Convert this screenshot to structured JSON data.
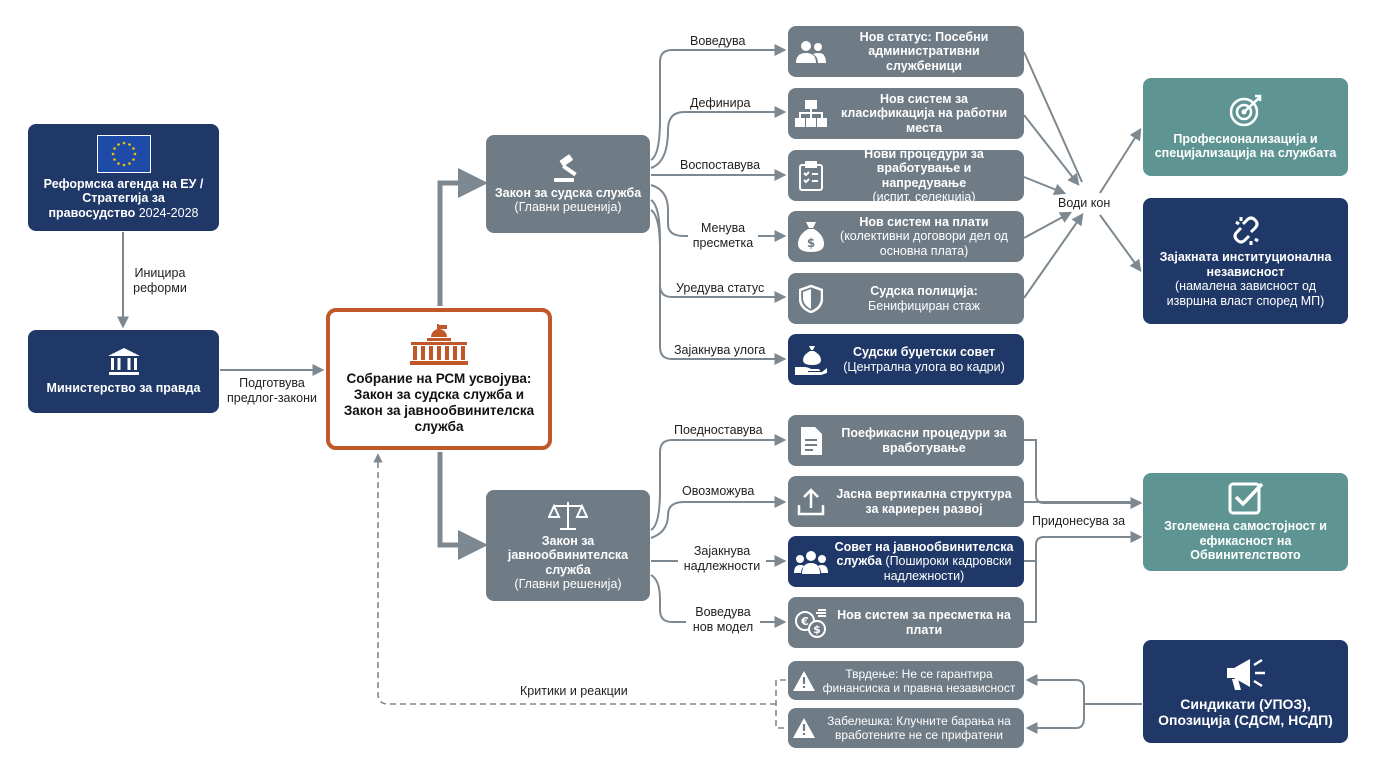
{
  "nodes": {
    "eu_agenda": {
      "title": "Реформска агенда на ЕУ / Стратегија за правосудство",
      "years": "2024-2028"
    },
    "ministry": {
      "title": "Министерство за правда"
    },
    "assembly": {
      "title": "Собрание на РСМ усвојува: Закон за судска служба и Закон за јавнообвинителска служба"
    },
    "judicial_law": {
      "title": "Закон за судска служба",
      "subtitle": "(Главни решенија)"
    },
    "prosecution_law": {
      "title": "Закон за јавнообвинителска служба",
      "subtitle": "(Главни решенија)"
    },
    "j1": {
      "title": "Нов статус: Посебни административни службеници",
      "note": ""
    },
    "j2": {
      "title": "Нов систем за класификација на работни места",
      "note": ""
    },
    "j3": {
      "title": "Нови процедури за вработување и напредување",
      "note": "(испит, селекција)"
    },
    "j4": {
      "title": "Нов систем на плати",
      "note": "(колективни договори дел од основна плата)"
    },
    "j5": {
      "title": "Судска полиција:",
      "note": "Бенифициран стаж"
    },
    "j6": {
      "title": "Судски буџетски совет",
      "note": "(Централна улога во кадри)"
    },
    "p1": {
      "title": "Поефикасни процедури за вработување",
      "note": ""
    },
    "p2": {
      "title": "Јасна вертикална структура за кариерен развој",
      "note": ""
    },
    "p3": {
      "title": "Совет на јавнообвинителска служба",
      "note": "(Поширoки кадровски надлежности)"
    },
    "p4": {
      "title": "Нов систем за пресметка на плати",
      "note": ""
    },
    "o1": {
      "title": "Професионализација и специјализација на службата"
    },
    "o2": {
      "title": "Зајакната институционална независност",
      "note": "(намалена зависност од извршна власт според МП)"
    },
    "o3": {
      "title": "Зголемена самостојност и ефикасност на Обвинителството"
    },
    "c1": {
      "text": "Тврдење: Не се гарантира финансиска и правна независност"
    },
    "c2": {
      "text": "Забелешка: Клучните барања на вработените не се прифатени"
    },
    "unions": {
      "title": "Синдикати (УПОЗ), Опозиција (СДСМ, НСДП)"
    }
  },
  "edge_labels": {
    "initiates": "Иницира реформи",
    "prepares": "Подготвува предлог-закони",
    "introduces": "Воведува",
    "defines": "Дефинира",
    "establishes": "Воспоставува",
    "changes_calc": "Менува пресметка",
    "regulates_status": "Уредува статус",
    "strengthens_role": "Зајакнува улога",
    "leads_to": "Води кон",
    "simplifies": "Поедноставува",
    "enables": "Овозможува",
    "strengthens_comp": "Зајакнува надлежности",
    "introduces_model": "Воведува нов модел",
    "contributes": "Придонесува за",
    "criticism": "Критики и реакции"
  },
  "colors": {
    "navy": "#1f3868",
    "gray": "#6f7c86",
    "teal": "#5e9593",
    "accent": "#c0582a",
    "connector": "#7d8890"
  },
  "icons": [
    "eu-flag-icon",
    "bank-building-icon",
    "parliament-icon",
    "gavel-icon",
    "scales-icon",
    "people-icon",
    "org-chart-icon",
    "clipboard-icon",
    "money-bag-icon",
    "shield-icon",
    "money-hand-icon",
    "document-icon",
    "upload-icon",
    "group-icon",
    "currency-icon",
    "warning-icon",
    "target-icon",
    "broken-chain-icon",
    "checkbox-icon",
    "megaphone-icon"
  ]
}
